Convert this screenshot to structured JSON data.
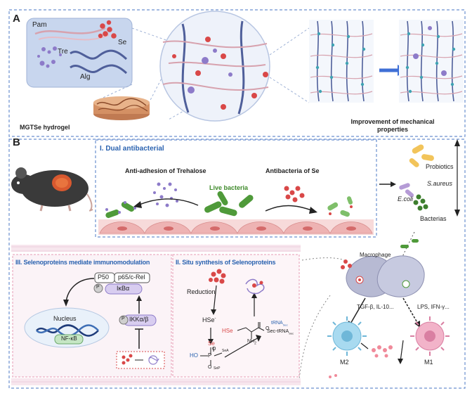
{
  "panel_a": {
    "letter": "A",
    "inset_labels": {
      "pam": "Pam",
      "tre": "Tre",
      "se": "Se",
      "alg": "Alg"
    },
    "hydrogel_label": "MGTSe hydrogel",
    "mechanics_label": "Improvement of mechanical properties"
  },
  "panel_b": {
    "letter": "B",
    "dual_title": "I. Dual antibacterial",
    "anti_adhesion": "Anti-adhesion of Trehalose",
    "live_bacteria": "Live bacteria",
    "antibacteria_se": "Antibacteria of Se",
    "probiotics": "Probiotics",
    "s_aureus": "S.aureus",
    "e_coli": "E.coli",
    "bacterias": "Bacterias",
    "macrophage": "Macrophage",
    "tgf": "TGF-β, IL-10...",
    "lps": "LPS, IFN-γ...",
    "m2": "M2",
    "m1": "M1"
  },
  "panel_iii": {
    "title": "III. Selenoproteins mediate immunomodulation",
    "p50": "P50",
    "p65": "p65/c-Rel",
    "p_badge": "P",
    "ikba": "IκBα",
    "nucleus": "Nucleus",
    "nfkb": "NF-κB",
    "ikk": "IKKα/β"
  },
  "panel_ii": {
    "title": "II. Situ synthesis of Selenoproteins",
    "reduction": "Reduction",
    "hse": "HSe",
    "hse_charge": "-",
    "se": "Se",
    "ho": "HO",
    "p": "P",
    "sea": "SeA",
    "sep": "SeP",
    "o_top": "O",
    "o_bottom": "O",
    "hse2": "HSe",
    "nh2": "NH",
    "nh2_sub": "2",
    "o_ester": "O",
    "trna": "tRNA",
    "trna_sub": "Sec",
    "sec_trna": "Sec-tRNA",
    "sec_trna_sub": "Sec"
  },
  "colors": {
    "frame": "#6a8fcf",
    "pink_frame": "#e79bb4",
    "se_red": "#d94848",
    "bacteria_green": "#4f9a3a",
    "tre_purple": "#8d7bc9"
  }
}
